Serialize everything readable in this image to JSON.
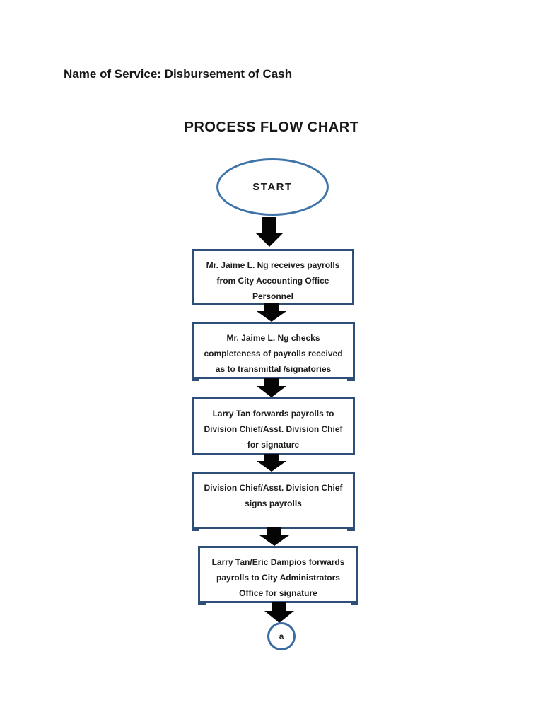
{
  "document": {
    "service_line": "Name of Service: Disbursement of Cash",
    "chart_title": "PROCESS FLOW CHART"
  },
  "flow": {
    "start": {
      "shape": "ellipse",
      "label": "START"
    },
    "steps": [
      {
        "text": "Mr. Jaime L. Ng receives payrolls from City Accounting Office Personnel",
        "lines": [
          "Mr. Jaime L. Ng receives payrolls",
          "from City Accounting Office",
          "Personnel"
        ]
      },
      {
        "text": "Mr. Jaime L. Ng checks completeness of payrolls received as to transmittal /signatories",
        "lines": [
          "Mr. Jaime L. Ng checks",
          "completeness of payrolls received",
          "as to transmittal /signatories"
        ]
      },
      {
        "text": "Larry Tan forwards payrolls to Division Chief/Asst. Division Chief for signature",
        "lines": [
          "Larry Tan forwards payrolls to",
          "Division Chief/Asst. Division Chief",
          "for signature"
        ]
      },
      {
        "text": "Division Chief/Asst. Division Chief signs payrolls",
        "lines": [
          "Division Chief/Asst. Division Chief",
          "signs payrolls"
        ]
      },
      {
        "text": "Larry Tan/Eric Dampios forwards payrolls to City Administrators Office for signature",
        "lines": [
          "Larry Tan/Eric Dampios forwards",
          "payrolls to City Administrators",
          "Office for signature"
        ]
      }
    ],
    "connector": {
      "shape": "circle",
      "label": "a"
    },
    "arrow_icon": "down-block-arrow"
  },
  "colors": {
    "page_background": "#ffffff",
    "step_border": "#2e5078",
    "start_border": "#3f74ab",
    "connector_border": "#3b6ba0",
    "arrow_fill": "#050505",
    "text": "#1c1c1c"
  }
}
